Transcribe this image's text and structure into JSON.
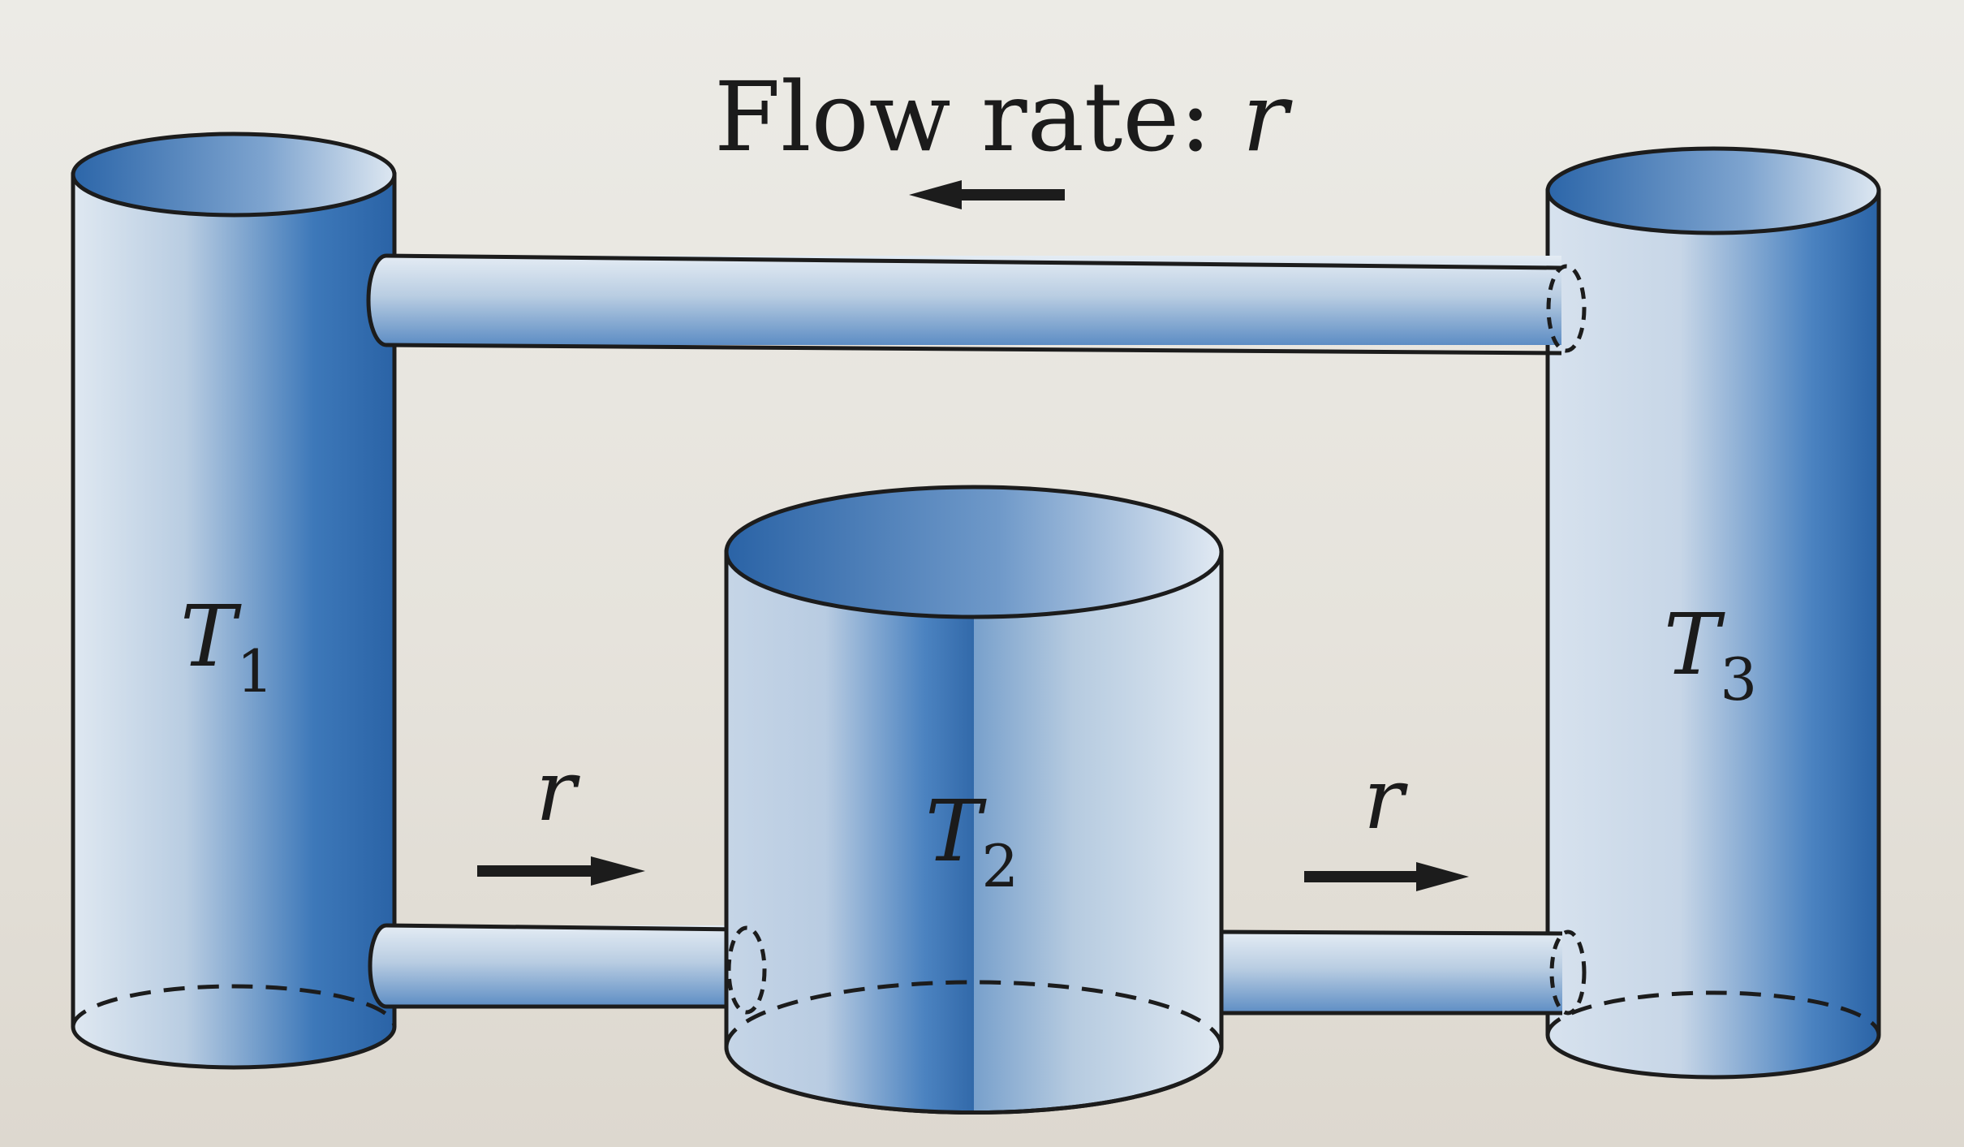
{
  "title": {
    "prefix": "Flow rate: ",
    "symbol": "r"
  },
  "tanks": [
    {
      "letter": "T",
      "sub": "1"
    },
    {
      "letter": "T",
      "sub": "2"
    },
    {
      "letter": "T",
      "sub": "3"
    }
  ],
  "flows": [
    {
      "label": "r",
      "direction": "left",
      "from": "T3",
      "to": "T1"
    },
    {
      "label": "r",
      "direction": "right",
      "from": "T1",
      "to": "T2"
    },
    {
      "label": "r",
      "direction": "right",
      "from": "T2",
      "to": "T3"
    }
  ],
  "colors": {
    "water": "#2f6db2",
    "water_dark": "#1f5596",
    "tank_light": "#cfdbe8",
    "outline": "#1c1c1c"
  }
}
